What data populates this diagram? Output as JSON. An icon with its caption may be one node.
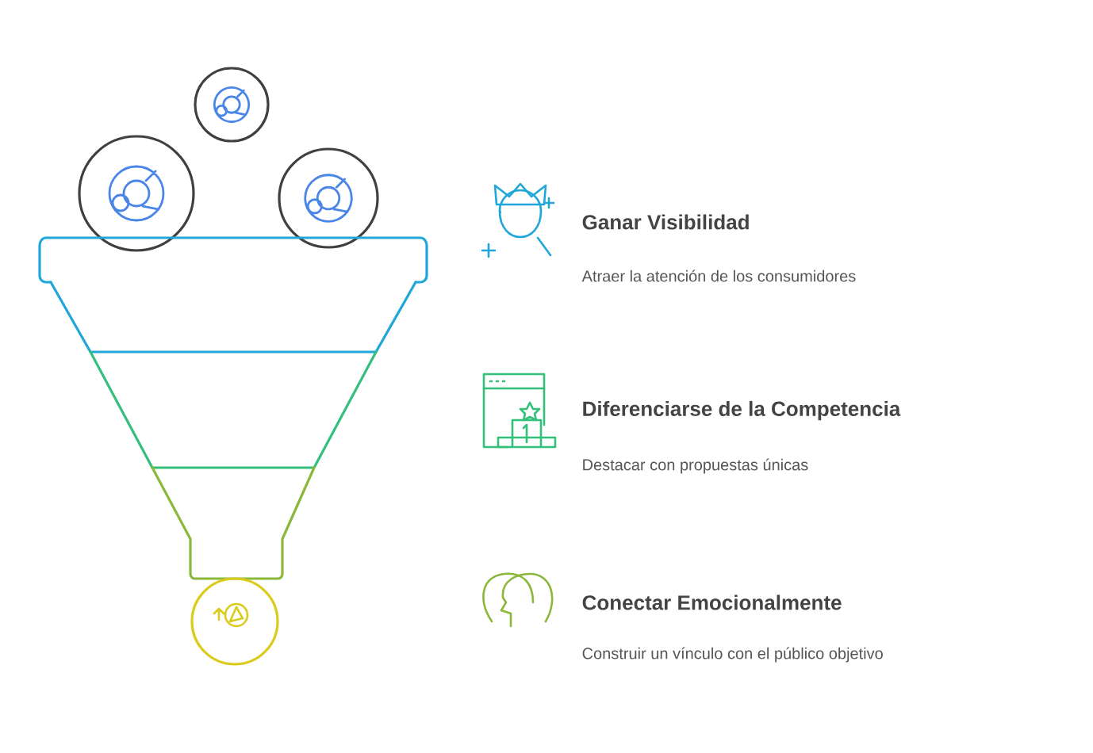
{
  "diagram": {
    "labels": [
      "Ganar Visibilidad",
      "Atraer la atención de los consumidores",
      "Diferenciarse de la Competencia",
      "Destacar con propuestas únicas",
      "Conectar Emocionalmente",
      "Construir un vínculo con el público objetivo"
    ]
  }
}
